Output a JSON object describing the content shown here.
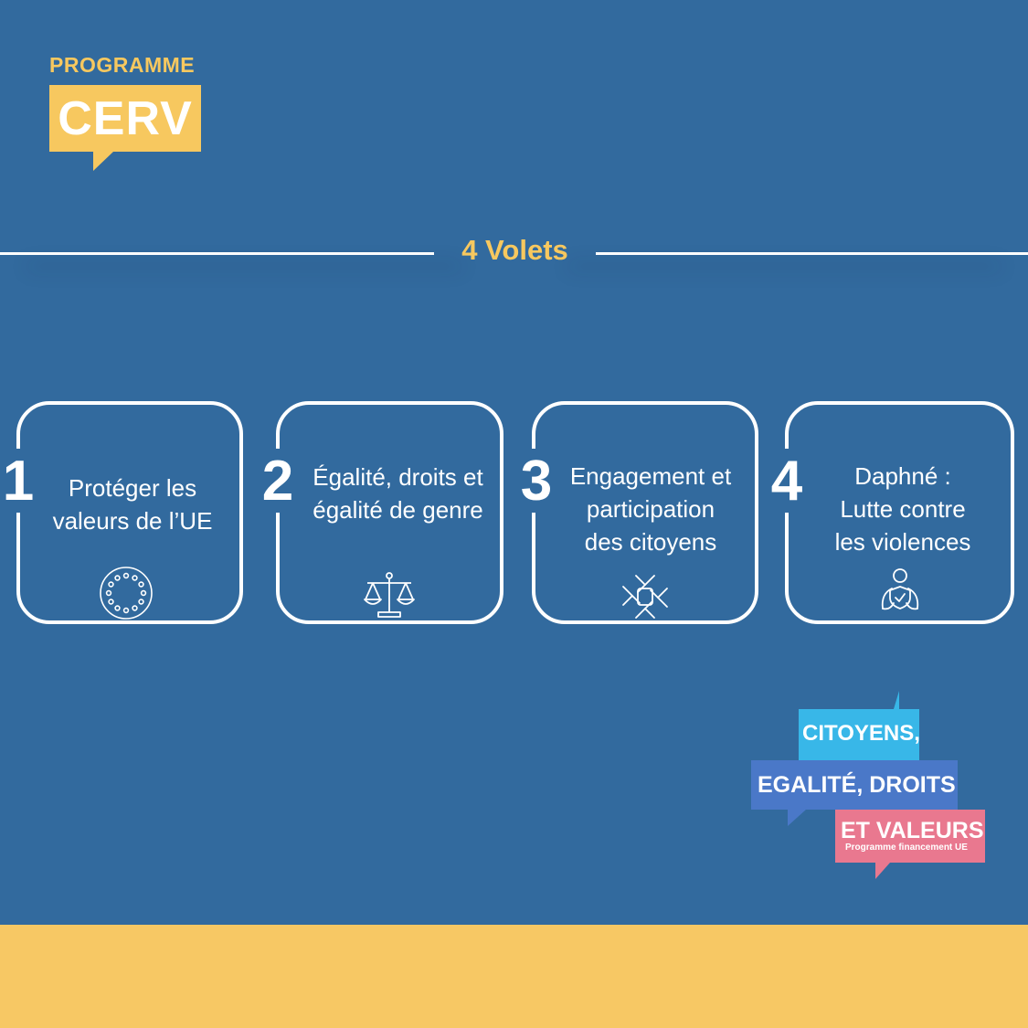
{
  "logo": {
    "small_text": "PROGRAMME",
    "big_text": "CERV"
  },
  "heading": "4 Volets",
  "cards": [
    {
      "number": "1",
      "line1": "Protéger les",
      "line2": "valeurs de l’UE",
      "line3": "",
      "icon": "eu-stars-icon"
    },
    {
      "number": "2",
      "line1": "Égalité, droits et",
      "line2": "égalité de genre",
      "line3": "",
      "icon": "scales-icon"
    },
    {
      "number": "3",
      "line1": "Engagement et",
      "line2": "participation",
      "line3": "des citoyens",
      "icon": "joined-hands-icon"
    },
    {
      "number": "4",
      "line1": "Daphné :",
      "line2": "Lutte contre",
      "line3": "les violences",
      "icon": "person-shield-icon"
    }
  ],
  "footer_logo": {
    "line1": "CITOYENS,",
    "line2": "EGALITÉ, DROITS",
    "line3": "ET VALEURS",
    "subtitle": "Programme financement UE"
  },
  "colors": {
    "background": "#326a9e",
    "accent_yellow": "#f7c85f",
    "footer_cyan": "#38b7e8",
    "footer_blue": "#4a78c8",
    "footer_pink": "#e9788f"
  }
}
